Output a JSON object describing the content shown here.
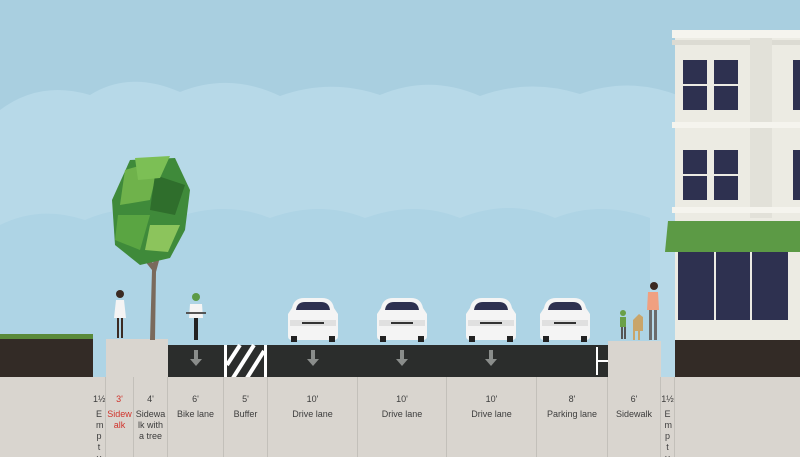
{
  "colors": {
    "sky": "#a9cfe0",
    "clouds": "#b6d8e7",
    "asphalt": "#2b2d2c",
    "sidewalk": "#d9d5cf",
    "soil": "#332b26",
    "building": "#ecebe3",
    "awning": "#5c9a45",
    "warning": "#d0342c"
  },
  "segments": [
    {
      "width": "1½",
      "name": "Empty",
      "warn": false
    },
    {
      "width": "3'",
      "name": "Sidewalk",
      "warn": true
    },
    {
      "width": "4'",
      "name": "Sidewalk with a tree",
      "warn": false
    },
    {
      "width": "6'",
      "name": "Bike lane",
      "warn": false
    },
    {
      "width": "5'",
      "name": "Buffer",
      "warn": false
    },
    {
      "width": "10'",
      "name": "Drive lane",
      "warn": false
    },
    {
      "width": "10'",
      "name": "Drive lane",
      "warn": false
    },
    {
      "width": "10'",
      "name": "Drive lane",
      "warn": false
    },
    {
      "width": "8'",
      "name": "Parking lane",
      "warn": false
    },
    {
      "width": "6'",
      "name": "Sidewalk",
      "warn": false
    },
    {
      "width": "1½",
      "name": "Empty",
      "warn": false
    }
  ],
  "icons": [
    "tree-icon",
    "pedestrian-icon",
    "cyclist-icon",
    "car-icon",
    "lane-arrow-icon",
    "buffer-hatch-icon",
    "dog-walker-icon",
    "building-icon"
  ]
}
